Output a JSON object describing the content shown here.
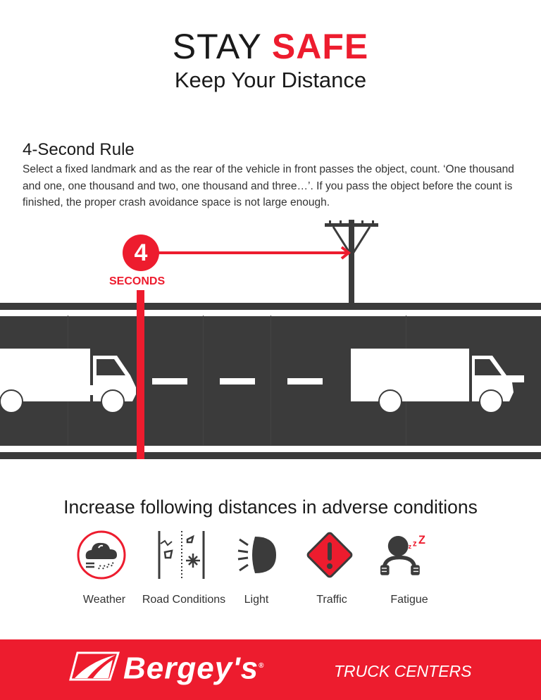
{
  "header": {
    "title_black": "STAY ",
    "title_red": "SAFE",
    "subtitle": "Keep Your Distance"
  },
  "rule": {
    "heading": "4-Second Rule",
    "body": "Select a fixed landmark and as the rear of the vehicle in front passes the object, count. ‘One thousand and one, one thousand and two, one thousand and three…’.  If you pass the object before the count is finished, the proper crash avoidance space is not large enough."
  },
  "diagram": {
    "count": "4",
    "unit": "SECONDS"
  },
  "conditions": {
    "heading": "Increase following distances in adverse conditions",
    "items": [
      {
        "label": "Weather",
        "icon": "weather-icon"
      },
      {
        "label": "Road Conditions",
        "icon": "road-conditions-icon"
      },
      {
        "label": "Light",
        "icon": "headlight-icon"
      },
      {
        "label": "Traffic",
        "icon": "warning-sign-icon"
      },
      {
        "label": "Fatigue",
        "icon": "sleepy-driver-icon"
      }
    ]
  },
  "footer": {
    "brand": "Bergey's",
    "registered": "®",
    "tagline": "TRUCK CENTERS"
  },
  "colors": {
    "accent": "#ed1c2e",
    "road": "#3b3b3b",
    "icon": "#3b3b3b"
  }
}
